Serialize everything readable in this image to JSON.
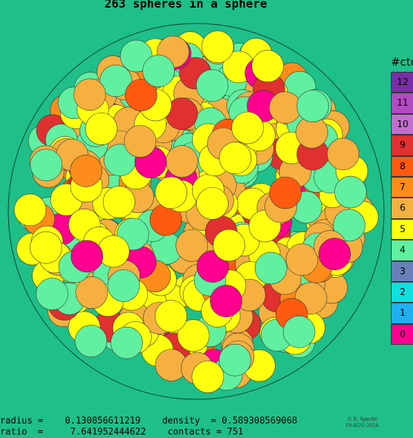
{
  "title": "263 spheres in a sphere",
  "legend": {
    "title": "#ctc",
    "entries": [
      {
        "label": "12",
        "color": "#7a2ea8"
      },
      {
        "label": "11",
        "color": "#b04cc0"
      },
      {
        "label": "10",
        "color": "#c070cc"
      },
      {
        "label": "9",
        "color": "#e03030"
      },
      {
        "label": "8",
        "color": "#ff5a10"
      },
      {
        "label": "7",
        "color": "#ff8c1a"
      },
      {
        "label": "6",
        "color": "#f5b040"
      },
      {
        "label": "5",
        "color": "#ffff10"
      },
      {
        "label": "4",
        "color": "#60f0a0"
      },
      {
        "label": "3",
        "color": "#6a80b8"
      },
      {
        "label": "2",
        "color": "#10e0e0"
      },
      {
        "label": "1",
        "color": "#20b0f0"
      },
      {
        "label": "0",
        "color": "#ff0090"
      }
    ]
  },
  "stats": {
    "radius_label": "radius =",
    "radius_value": "0.130856611219",
    "density_label": "density  =",
    "density_value": "0.589308569068",
    "ratio_label": "ratio  =",
    "ratio_value": "7.641952444622",
    "contacts_label": "contacts =",
    "contacts_value": "751"
  },
  "credit": {
    "author": "© E. Specht",
    "date": "19-AUG-2024"
  }
}
